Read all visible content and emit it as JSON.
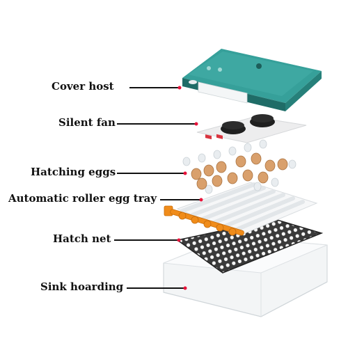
{
  "labels": {
    "cover_host": "Cover host",
    "silent_fan": "Silent fan",
    "hatching_eggs": "Hatching eggs",
    "roller_tray": "Automatic roller egg tray",
    "hatch_net": "Hatch net",
    "sink_hoarding": "Sink hoarding"
  },
  "colors": {
    "cover_teal": "#2f8f8a",
    "cover_teal_dark": "#1f6c67",
    "leader_line": "#111111",
    "leader_dot": "#e8133a",
    "egg": "#d9a06c",
    "roller_orange": "#f08c1a",
    "net": "#3a3a3a"
  }
}
